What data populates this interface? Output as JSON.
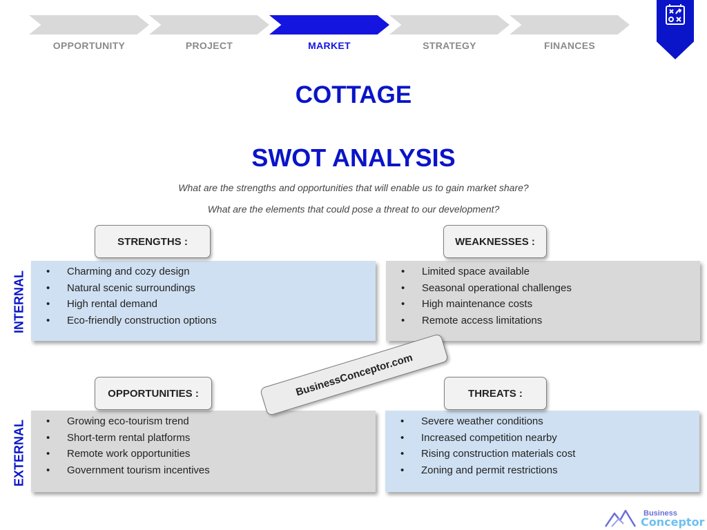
{
  "steps": [
    {
      "label": "OPPORTUNITY",
      "active": false
    },
    {
      "label": "PROJECT",
      "active": false
    },
    {
      "label": "MARKET",
      "active": true
    },
    {
      "label": "STRATEGY",
      "active": false
    },
    {
      "label": "FINANCES",
      "active": false
    }
  ],
  "colors": {
    "accent": "#0a14c8",
    "active_step": "#1515e0",
    "inactive_step": "#d9d9d9",
    "blue_box": "#cfe0f2",
    "gray_box": "#d9d9d9"
  },
  "bookmark_icon": "strategy-board-icon",
  "title": "COTTAGE",
  "subtitle": "SWOT ANALYSIS",
  "questions": [
    "What are the strengths and opportunities that will enable us to gain market share?",
    "What are the elements that could pose a threat to our development?"
  ],
  "side_labels": {
    "internal": "INTERNAL",
    "external": "EXTERNAL"
  },
  "strengths": {
    "label": "STRENGTHS :",
    "items": [
      "Charming and cozy design",
      "Natural scenic surroundings",
      "High rental demand",
      "Eco-friendly construction options"
    ]
  },
  "weaknesses": {
    "label": "WEAKNESSES :",
    "items": [
      "Limited space available",
      "Seasonal operational challenges",
      "High maintenance costs",
      "Remote access limitations"
    ]
  },
  "opportunities": {
    "label": "OPPORTUNITIES :",
    "items": [
      "Growing eco-tourism trend",
      "Short-term rental platforms",
      "Remote work opportunities",
      "Government tourism incentives"
    ]
  },
  "threats": {
    "label": "THREATS :",
    "items": [
      "Severe weather conditions",
      "Increased competition nearby",
      "Rising construction materials cost",
      "Zoning and permit restrictions"
    ]
  },
  "watermark": "BusinessConceptor.com",
  "brand": {
    "line1": "Business",
    "line2": "Conceptor",
    "icon": "mountain-logo-icon"
  }
}
